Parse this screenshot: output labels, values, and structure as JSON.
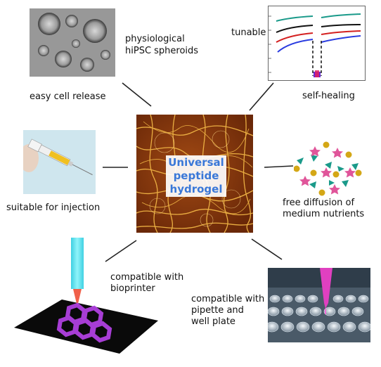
{
  "center": {
    "line1": "Universal",
    "line2": "peptide",
    "line3": "hydrogel"
  },
  "labels": {
    "spheroids_1": "physiological",
    "spheroids_2": "hiPSC spheroids",
    "cell_release": "easy cell release",
    "tunable": "tunable",
    "self_healing": "self-healing",
    "injection": "suitable for injection",
    "diffusion_1": "free diffusion of",
    "diffusion_2": "medium nutrients",
    "bioprinter_1": "compatible with",
    "bioprinter_2": "bioprinter",
    "pipette_1": "compatible with",
    "pipette_2": "pipette and",
    "pipette_3": "well plate"
  },
  "colors": {
    "title_blue": "#3a78d8",
    "hydrogel_brown": "#8a3b0c",
    "fiber_gold": "#f0b545",
    "teal": "#1a9a8a",
    "pink": "#e0559a",
    "gold": "#d4a716",
    "print_magenta": "#b040e0",
    "nozzle_cyan": "#5ee6f2"
  }
}
